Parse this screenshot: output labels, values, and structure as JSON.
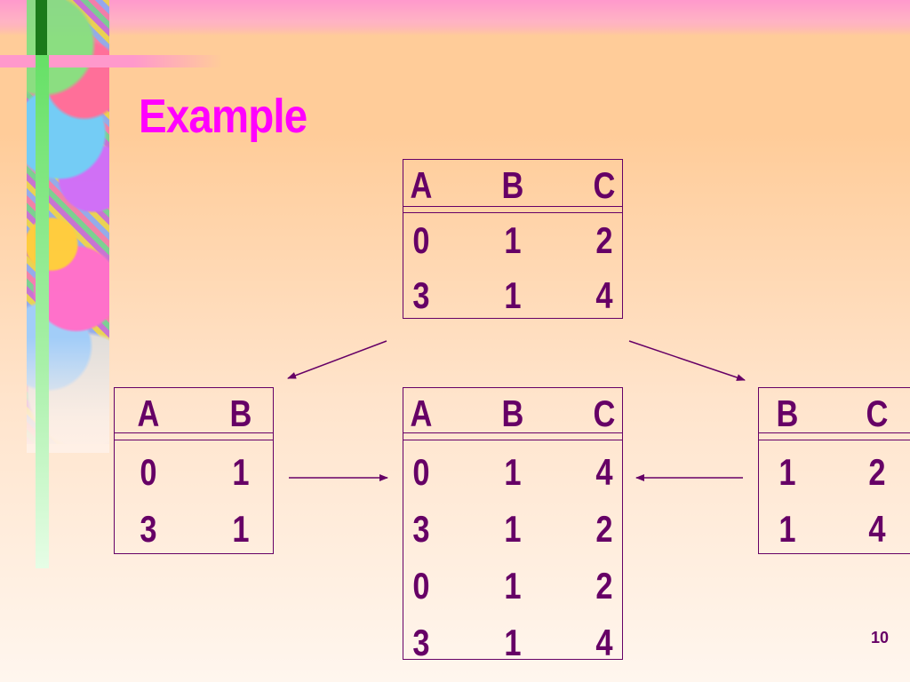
{
  "slide": {
    "title": "Example",
    "page_number": "10"
  },
  "tables": {
    "source": {
      "headers": [
        "A",
        "B",
        "C"
      ],
      "rows": [
        [
          "0",
          "1",
          "2"
        ],
        [
          "3",
          "1",
          "4"
        ]
      ]
    },
    "left": {
      "headers": [
        "A",
        "B"
      ],
      "rows": [
        [
          "0",
          "1"
        ],
        [
          "3",
          "1"
        ]
      ]
    },
    "joined": {
      "headers": [
        "A",
        "B",
        "C"
      ],
      "rows": [
        [
          "0",
          "1",
          "4"
        ],
        [
          "3",
          "1",
          "2"
        ],
        [
          "0",
          "1",
          "2"
        ],
        [
          "3",
          "1",
          "4"
        ]
      ]
    },
    "right": {
      "headers": [
        "B",
        "C"
      ],
      "rows": [
        [
          "1",
          "2"
        ],
        [
          "1",
          "4"
        ]
      ]
    }
  },
  "colors": {
    "title": "#ff00ff",
    "text": "#660066",
    "lines": "#660066"
  }
}
